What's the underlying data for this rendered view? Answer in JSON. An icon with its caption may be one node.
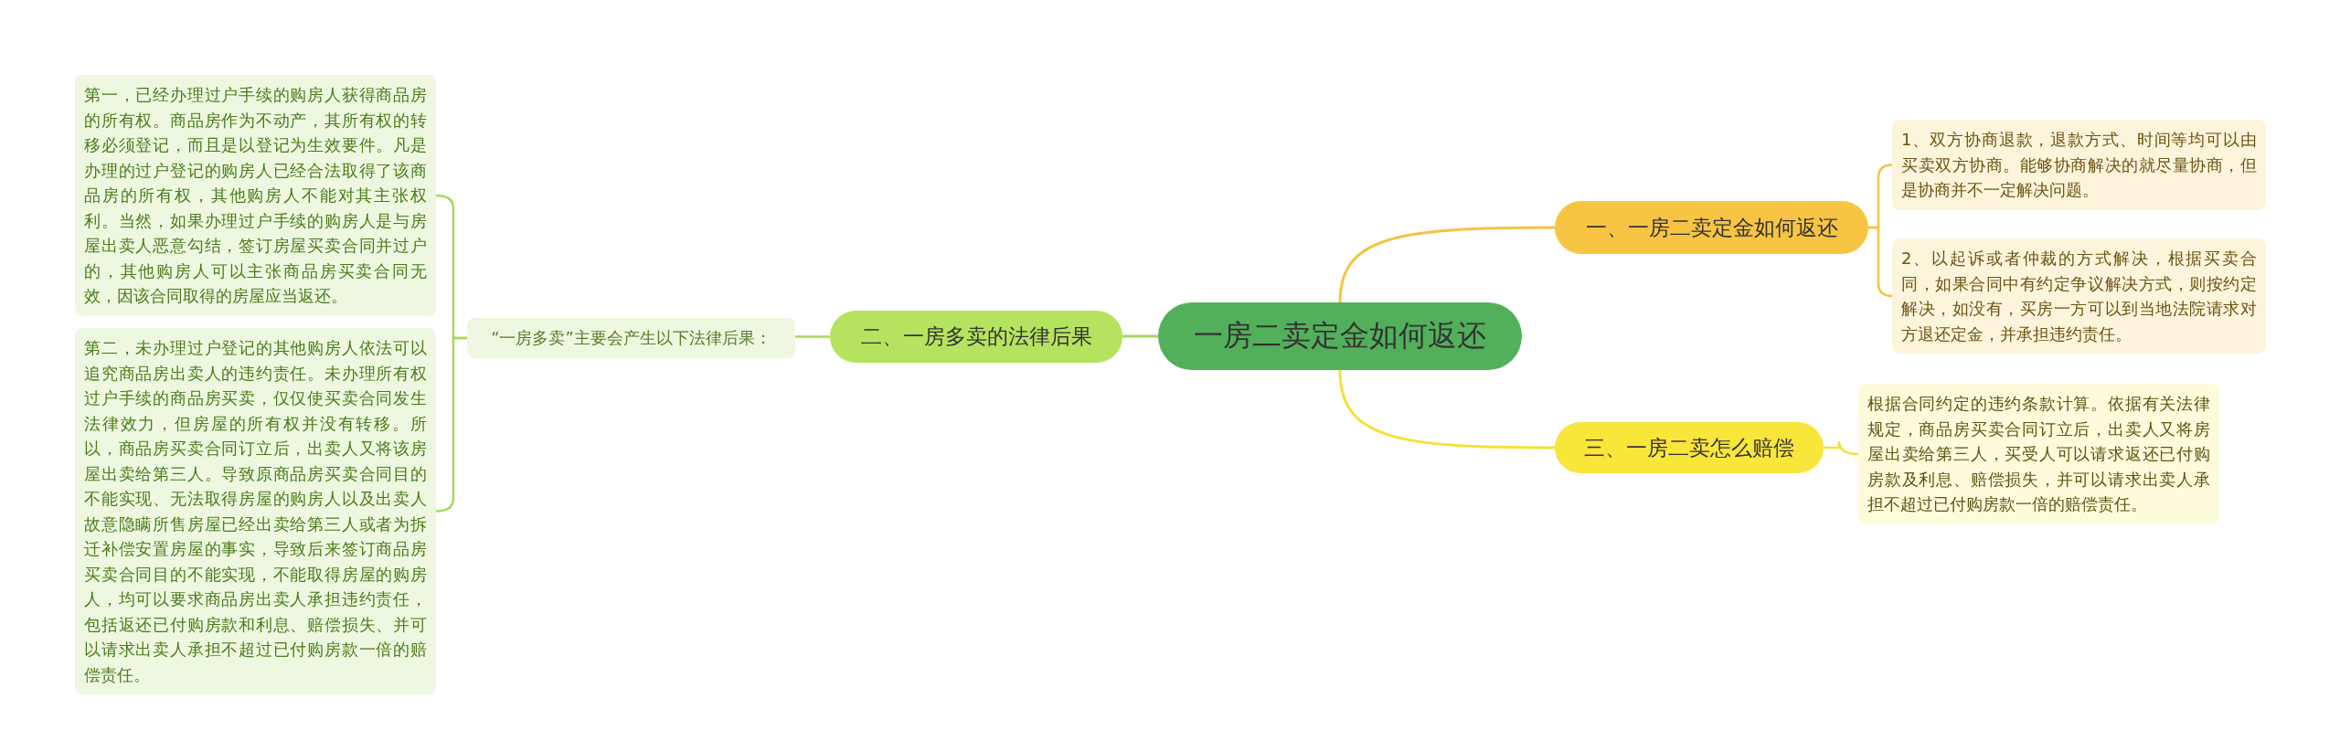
{
  "diagram": {
    "nodes": [
      {
        "text": [
          "一房二卖定金如何返还"
        ]
      },
      {
        "text": [
          "一、一房二卖定金如何返还"
        ]
      },
      {
        "text": [
          "1、双方协商退款，退款方式、时间等均可以由买卖双方协商。能够协商解决的就尽量协商，但是协商并不一定解决问题。"
        ]
      },
      {
        "text": [
          "2、以起诉或者仲裁的方式解决，根据买卖合同，如果合同中有约定争议解决方式，则按约定解决，如没有，买房一方可以到当地法院请求对方退还定金，并承担违约责任。"
        ]
      },
      {
        "text": [
          "三、一房二卖怎么赔偿"
        ]
      },
      {
        "text": [
          "根据合同约定的违约条款计算。依据有关法律规定，商品房买卖合同订立后，出卖人又将房屋出卖给第三人，买受人可以请求返还已付购房款及利息、赔偿损失，并可以请求出卖人承担不超过已付购房款一倍的赔偿责任。"
        ]
      },
      {
        "text": [
          "二、一房多卖的法律后果"
        ]
      },
      {
        "text": [
          "“一房多卖”主要会产生以下法律后果："
        ]
      },
      {
        "text": [
          "第一，已经办理过户手续的购房人获得商品房的所有权。商品房作为不动产，其所有权的转移必须登记，而且是以登记为生效要件。凡是办理的过户登记的购房人已经合法取得了该商品房的所有权，其他购房人不能对其主张权利。当然，如果办理过户手续的购房人是与房屋出卖人恶意勾结，签订房屋买卖合同并过户的，其他购房人可以主张商品房买卖合同无效，因该合同取得的房屋应当返还。"
        ]
      },
      {
        "text": [
          "第二，未办理过户登记的其他购房人依法可以追究商品房出卖人的违约责任。未办理所有权过户手续的商品房买卖，仅仅使买卖合同发生法律效力，但房屋的所有权并没有转移。所以，商品房买卖合同订立后，出卖人又将该房屋出卖给第三人。导致原商品房买卖合同目的不能实现、无法取得房屋的购房人以及出卖人故意隐瞒所售房屋已经出卖给第三人或者为拆迁补偿安置房屋的事实，导致后来签订商品房买卖合同目的不能实现，不能取得房屋的购房人，均可以要求商品房出卖人承担违约责任，包括返还已付购房款和利息、赔偿损失、并可以请求出卖人承担不超过已付购房款一倍的赔偿责任。"
        ]
      }
    ],
    "edges": [
      {
        "from": 0,
        "to": 1,
        "arrow": "none",
        "color": "#f5c242"
      },
      {
        "from": 1,
        "to": 2,
        "arrow": "none",
        "color": "#f5c242"
      },
      {
        "from": 1,
        "to": 3,
        "arrow": "none",
        "color": "#f5c242"
      },
      {
        "from": 0,
        "to": 4,
        "arrow": "none",
        "color": "#f5e03a"
      },
      {
        "from": 4,
        "to": 5,
        "arrow": "none",
        "color": "#f5e03a"
      },
      {
        "from": 0,
        "to": 6,
        "arrow": "none"
      },
      {
        "from": 6,
        "to": 7,
        "arrow": "none"
      },
      {
        "from": 7,
        "to": 8,
        "arrow": "none"
      },
      {
        "from": 7,
        "to": 9,
        "arrow": "none"
      }
    ]
  }
}
